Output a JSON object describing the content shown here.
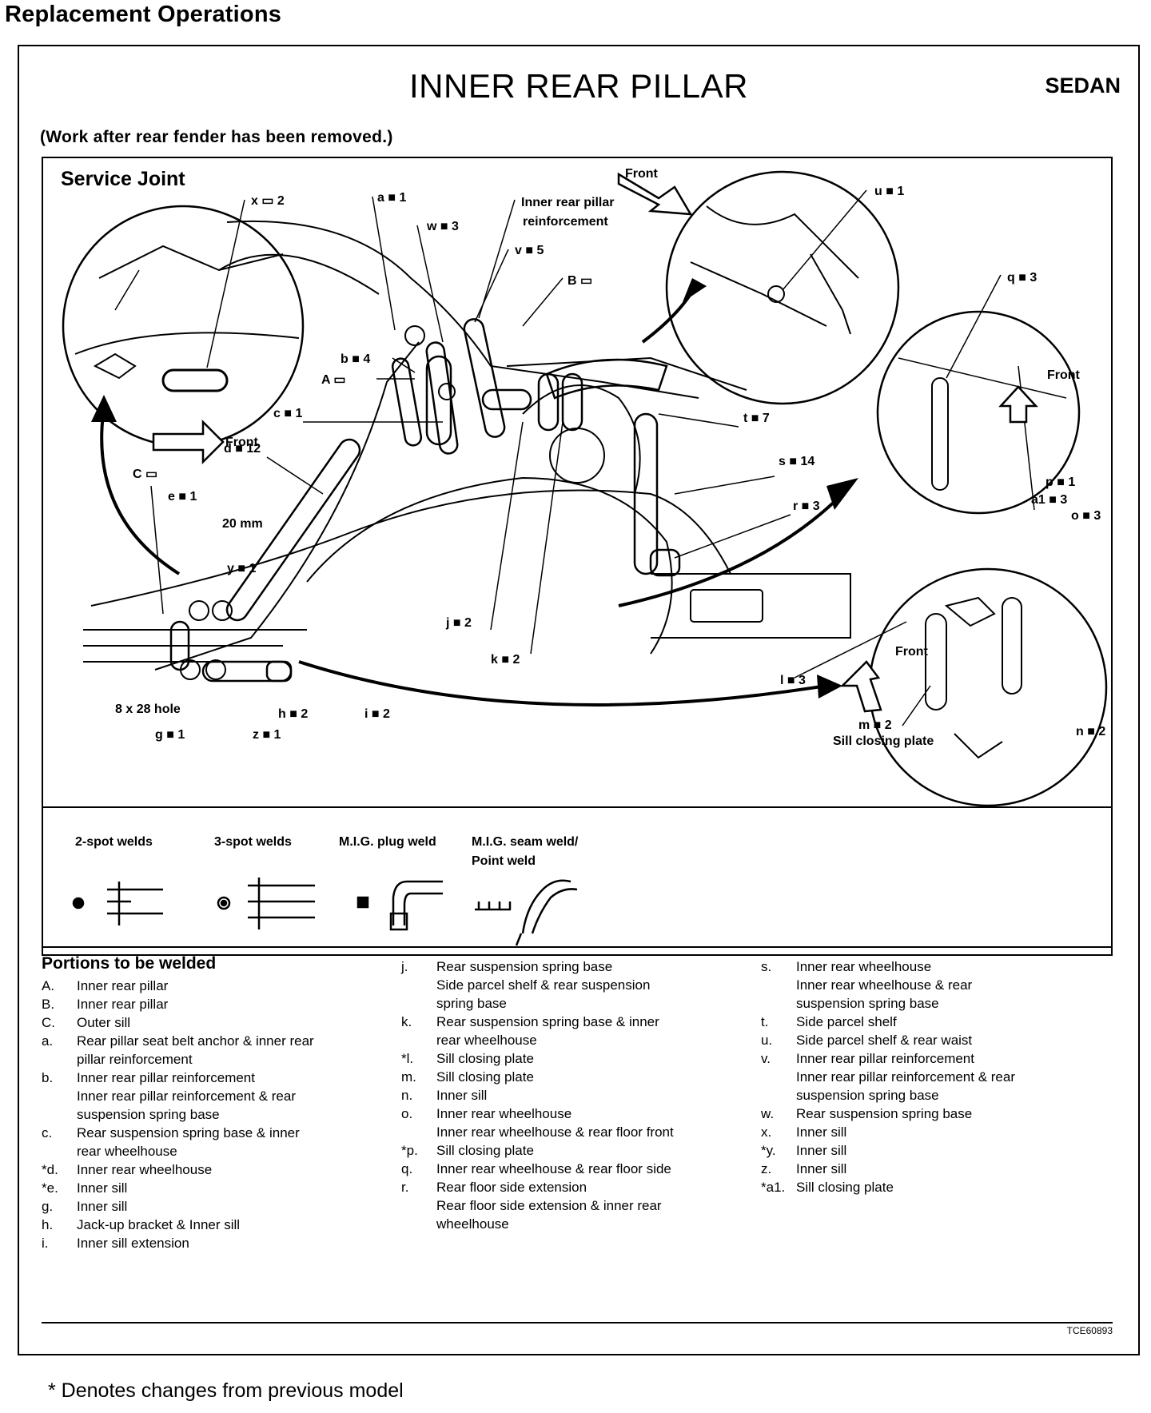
{
  "header": {
    "title": "Replacement Operations"
  },
  "figure": {
    "title": "INNER REAR PILLAR",
    "variant": "SEDAN",
    "instruction": "(Work after rear fender has been removed.)",
    "ref_code": "TCE60893"
  },
  "diagram": {
    "service_joint": "Service Joint",
    "front": "Front",
    "callouts": {
      "x": "x ▭ 2",
      "a": "a ■ 1",
      "w": "w ■ 3",
      "reinf1": "Inner rear pillar",
      "reinf2": "reinforcement",
      "v": "v ■ 5",
      "B": "B ▭",
      "u": "u ■ 1",
      "q": "q ■ 3",
      "b": "b ■ 4",
      "A": "A ▭",
      "c": "c ■ 1",
      "t": "t ■ 7",
      "d": "d ■ 12",
      "s": "s ■ 14",
      "C": "C ▭",
      "e": "e ■ 1",
      "r": "r ■ 3",
      "mm20": "20 mm",
      "p": "p ■ 1",
      "a1": "a1 ■ 3",
      "o": "o ■ 3",
      "y": "y ■ 1",
      "j": "j ■ 2",
      "k": "k ■ 2",
      "l": "l ■ 3",
      "hole": "8 x 28 hole",
      "h": "h ■ 2",
      "i": "i ■ 2",
      "g": "g ■ 1",
      "z": "z ■ 1",
      "m": "m ■ 2",
      "sill": "Sill closing plate",
      "n": "n ■ 2"
    },
    "legend": [
      {
        "label": "2-spot welds"
      },
      {
        "label": "3-spot welds"
      },
      {
        "label": "M.I.G. plug weld"
      },
      {
        "label": "M.I.G. seam weld/",
        "label2": "Point weld"
      }
    ]
  },
  "portions": {
    "heading": "Portions to be welded",
    "col1": [
      {
        "k": "A.",
        "v": "Inner rear pillar"
      },
      {
        "k": "B.",
        "v": "Inner rear pillar"
      },
      {
        "k": "C.",
        "v": "Outer sill"
      },
      {
        "k": "a.",
        "v": "Rear pillar seat belt anchor & inner rear"
      },
      {
        "k": "",
        "v": "pillar reinforcement"
      },
      {
        "k": "b.",
        "v": "Inner rear pillar reinforcement"
      },
      {
        "k": "",
        "v": "Inner rear pillar reinforcement & rear"
      },
      {
        "k": "",
        "v": "suspension spring base"
      },
      {
        "k": "c.",
        "v": "Rear suspension spring base & inner"
      },
      {
        "k": "",
        "v": "rear wheelhouse"
      },
      {
        "k": "*d.",
        "v": "Inner rear wheelhouse"
      },
      {
        "k": "*e.",
        "v": "Inner sill"
      },
      {
        "k": "g.",
        "v": "Inner sill"
      },
      {
        "k": "h.",
        "v": "Jack-up bracket & Inner sill"
      },
      {
        "k": "i.",
        "v": "Inner sill extension"
      }
    ],
    "col2": [
      {
        "k": "j.",
        "v": "Rear suspension spring base"
      },
      {
        "k": "",
        "v": "Side parcel shelf & rear suspension"
      },
      {
        "k": "",
        "v": "spring base"
      },
      {
        "k": "k.",
        "v": "Rear suspension spring base & inner"
      },
      {
        "k": "",
        "v": "rear wheelhouse"
      },
      {
        "k": "*l.",
        "v": "Sill closing plate"
      },
      {
        "k": "m.",
        "v": "Sill closing plate"
      },
      {
        "k": "n.",
        "v": "Inner sill"
      },
      {
        "k": "o.",
        "v": "Inner rear wheelhouse"
      },
      {
        "k": "",
        "v": "Inner rear wheelhouse & rear floor front"
      },
      {
        "k": "*p.",
        "v": "Sill closing plate"
      },
      {
        "k": "q.",
        "v": "Inner rear wheelhouse & rear floor side"
      },
      {
        "k": "r.",
        "v": "Rear floor side extension"
      },
      {
        "k": "",
        "v": "Rear floor side extension & inner rear"
      },
      {
        "k": "",
        "v": "wheelhouse"
      }
    ],
    "col3": [
      {
        "k": "s.",
        "v": "Inner rear wheelhouse"
      },
      {
        "k": "",
        "v": "Inner rear wheelhouse & rear"
      },
      {
        "k": "",
        "v": "suspension spring base"
      },
      {
        "k": "t.",
        "v": "Side parcel shelf"
      },
      {
        "k": "u.",
        "v": "Side parcel shelf & rear waist"
      },
      {
        "k": "v.",
        "v": "Inner rear pillar reinforcement"
      },
      {
        "k": "",
        "v": "Inner rear pillar reinforcement & rear"
      },
      {
        "k": "",
        "v": "suspension spring base"
      },
      {
        "k": "w.",
        "v": "Rear suspension spring base"
      },
      {
        "k": "x.",
        "v": "Inner sill"
      },
      {
        "k": "*y.",
        "v": "Inner sill"
      },
      {
        "k": "z.",
        "v": "Inner sill"
      },
      {
        "k": "*a1.",
        "v": "Sill closing plate"
      }
    ]
  },
  "footnote": "* Denotes changes from previous model"
}
